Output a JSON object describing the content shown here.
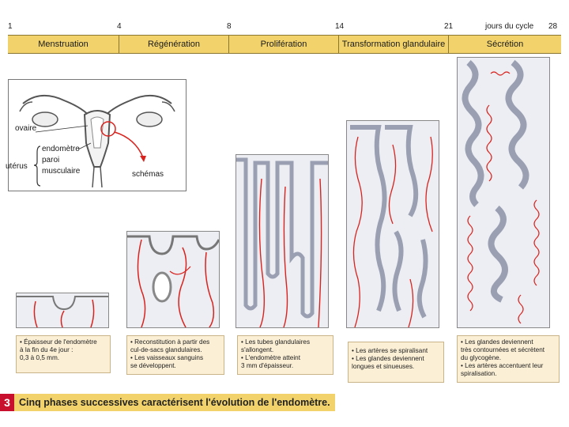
{
  "ruler": {
    "days": [
      "1",
      "4",
      "8",
      "14",
      "21",
      "28"
    ],
    "cycle_label": "jours du cycle"
  },
  "phases": [
    "Menstruation",
    "Régénération",
    "Prolifération",
    "Transformation glandulaire",
    "Sécrétion"
  ],
  "anatomy": {
    "ovary": "ovaire",
    "endometrium": "endomètre",
    "uterus": "utérus",
    "wall_1": "paroi",
    "wall_2": "musculaire",
    "schemas": "schémas"
  },
  "captions": [
    [
      "• Épaisseur de l'endomètre",
      "à la fin du 4e jour :",
      "0,3 à 0,5 mm."
    ],
    [
      "• Reconstitution à partir des",
      "cul-de-sacs glandulaires.",
      "• Les vaisseaux sanguins",
      "se développent."
    ],
    [
      "• Les tubes glandulaires",
      "s'allongent.",
      "• L'endomètre atteint",
      "3 mm d'épaisseur."
    ],
    [
      "• Les artères se spiralisant",
      "• Les glandes deviennent",
      "longues et sinueuses."
    ],
    [
      "• Les glandes deviennent",
      "très contournées et sécrètent",
      "du glycogène.",
      "• Les artères accentuent leur",
      "spiralisation."
    ]
  ],
  "figure": {
    "number": "3",
    "title": "Cinq phases successives caractérisent l'évolution de l'endomètre."
  },
  "colors": {
    "phase_band": "#f2d36b",
    "artery": "#d9231e",
    "gland": "#9aa0b2",
    "caption_bg": "#fbefd5",
    "figure_number_bg": "#c8102e"
  }
}
